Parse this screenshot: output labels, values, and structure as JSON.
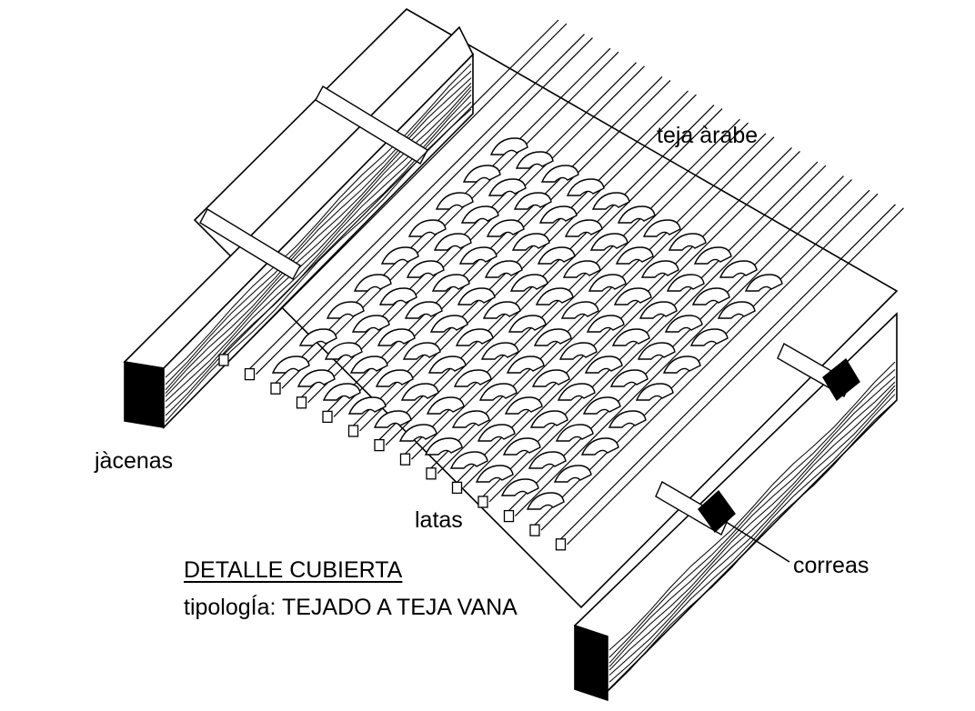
{
  "labels": {
    "teja": "teja àrabe",
    "jacenas": "jàcenas",
    "latas": "latas",
    "correas": "correas"
  },
  "title": {
    "main": "DETALLE CUBIERTA",
    "sub": "tipologÍa: TEJADO A TEJA VANA"
  },
  "colors": {
    "ink": "#000000",
    "paper": "#ffffff"
  }
}
